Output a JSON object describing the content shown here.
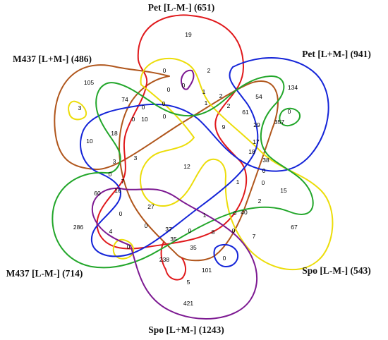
{
  "colors": {
    "red": "#e0191c",
    "blue": "#1424d8",
    "green": "#22a62a",
    "yellow": "#ecdd0a",
    "brown": "#b0561c",
    "purple": "#7d1a92"
  },
  "sets": [
    {
      "label": "Pet [L-M-] (651)",
      "color": "#e0191c"
    },
    {
      "label": "Pet [L+M-] (941)",
      "color": "#1424d8"
    },
    {
      "label": "Spo [L-M-] (543)",
      "color": "#ecdd0a"
    },
    {
      "label": "Spo [L+M-] (1243)",
      "color": "#7d1a92"
    },
    {
      "label": "M437 [L-M-] (714)",
      "color": "#22a62a"
    },
    {
      "label": "M437 [L+M-] (486)",
      "color": "#b0561c"
    }
  ],
  "counts": [
    "19",
    "0",
    "0",
    "2",
    "0",
    "1",
    "2",
    "0",
    "1",
    "2",
    "0",
    "0",
    "10",
    "0",
    "105",
    "74",
    "3",
    "134",
    "54",
    "61",
    "0",
    "29",
    "357",
    "17",
    "18",
    "9",
    "12",
    "38",
    "0",
    "18",
    "10",
    "3",
    "3",
    "0",
    "7",
    "16",
    "1",
    "60",
    "27",
    "0",
    "15",
    "2",
    "0",
    "1",
    "0",
    "40",
    "67",
    "286",
    "4",
    "0",
    "37",
    "0",
    "8",
    "0",
    "7",
    "0",
    "35",
    "35",
    "238",
    "101",
    "0",
    "5",
    "421"
  ]
}
